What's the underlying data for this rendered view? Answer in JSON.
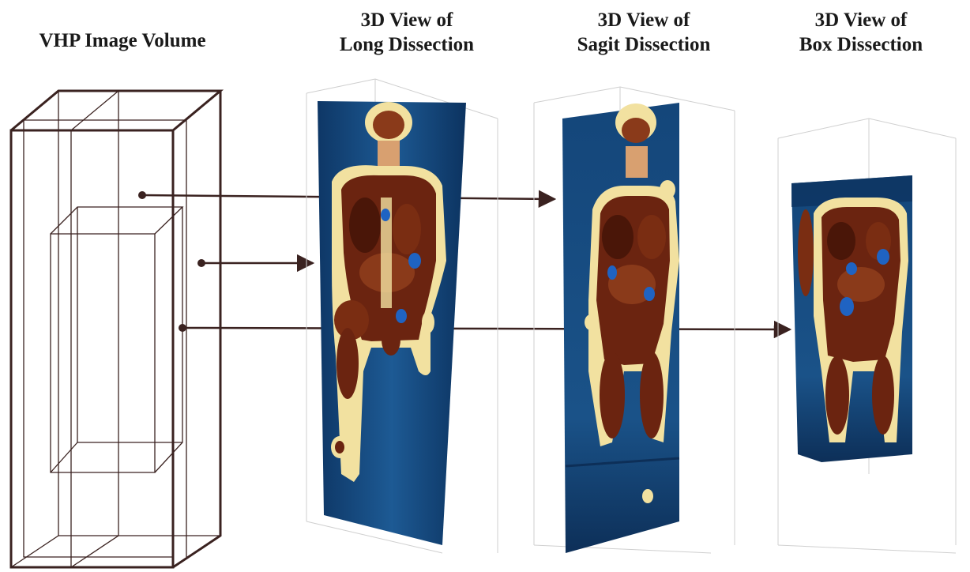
{
  "titles": {
    "volume": "VHP Image Volume",
    "long": {
      "line1": "3D View of",
      "line2": "Long Dissection"
    },
    "sagit": {
      "line1": "3D View of",
      "line2": "Sagit Dissection"
    },
    "box": {
      "line1": "3D View of",
      "line2": "Box Dissection"
    }
  },
  "colors": {
    "frame": "#3a2220",
    "arrow": "#3a2220",
    "background_blue": "#14467a",
    "tissue_dark": "#6b2410",
    "tissue_mid": "#8a3a1a",
    "fat": "#f2e1a0",
    "organ_blue": "#1f63c2",
    "bounding_box": "#c8c8c8"
  }
}
